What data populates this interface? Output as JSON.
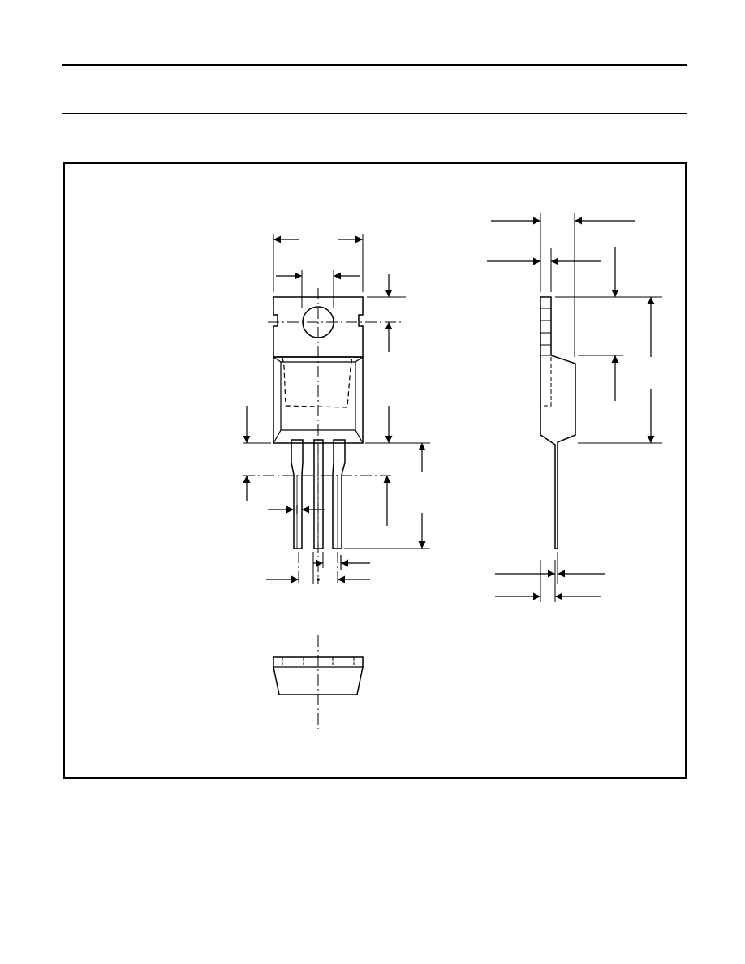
{
  "page": {
    "header_rule_top": "",
    "header_rule_bottom": ""
  },
  "drawing": {
    "views": [
      "front-view",
      "side-view",
      "top-view"
    ],
    "line_color": "#000000",
    "background_color": "#ffffff"
  }
}
